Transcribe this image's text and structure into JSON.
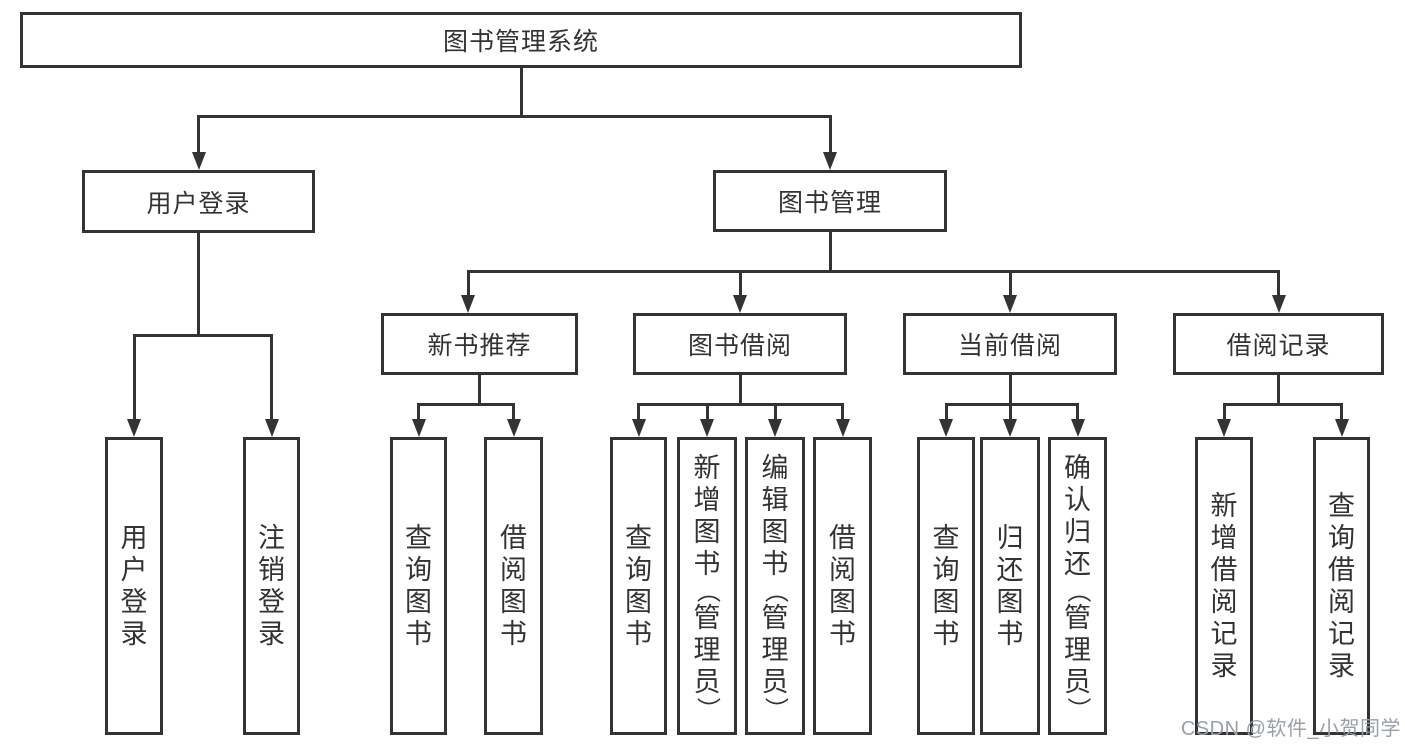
{
  "diagram_type": "hierarchy-tree",
  "tree": {
    "root": {
      "label": "图书管理系统",
      "children": [
        {
          "label": "用户登录",
          "children": [
            {
              "label": "用户登录"
            },
            {
              "label": "注销登录"
            }
          ]
        },
        {
          "label": "图书管理",
          "children": [
            {
              "label": "新书推荐",
              "children": [
                {
                  "label": "查询图书"
                },
                {
                  "label": "借阅图书"
                }
              ]
            },
            {
              "label": "图书借阅",
              "children": [
                {
                  "label": "查询图书"
                },
                {
                  "label": "新增图书（管理员）"
                },
                {
                  "label": "编辑图书（管理员）"
                },
                {
                  "label": "借阅图书"
                }
              ]
            },
            {
              "label": "当前借阅",
              "children": [
                {
                  "label": "查询图书"
                },
                {
                  "label": "归还图书"
                },
                {
                  "label": "确认归还（管理员）"
                }
              ]
            },
            {
              "label": "借阅记录",
              "children": [
                {
                  "label": "新增借阅记录"
                },
                {
                  "label": "查询借阅记录"
                }
              ]
            }
          ]
        }
      ]
    }
  },
  "watermark": {
    "text": "CSDN @软件_小贺同学"
  },
  "colors": {
    "line": "#333333",
    "text": "#333333",
    "watermark": "#9aa0a6",
    "background": "#ffffff"
  }
}
